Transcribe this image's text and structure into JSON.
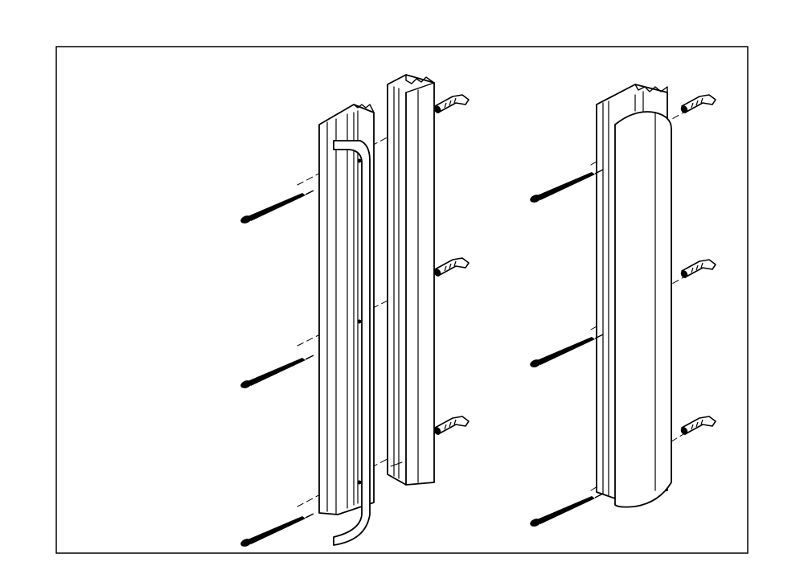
{
  "drawing": {
    "background_color": "#ffffff",
    "line_color": "#000000",
    "views": [
      {
        "name": "exploded-assembly",
        "screws": 3,
        "wall_plugs": 3
      },
      {
        "name": "assembled-profile",
        "screws": 3,
        "wall_plugs": 3
      }
    ]
  }
}
